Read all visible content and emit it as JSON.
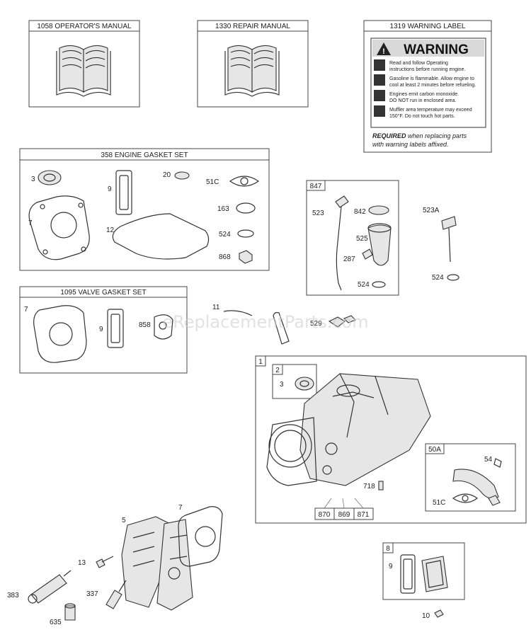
{
  "watermark": "eReplacementParts.com",
  "boxes": {
    "operators_manual": "1058 OPERATOR'S MANUAL",
    "repair_manual": "1330 REPAIR MANUAL",
    "warning_label": "1319 WARNING LABEL",
    "engine_gasket_set": "358 ENGINE GASKET SET",
    "valve_gasket_set": "1095 VALVE GASKET SET",
    "dipstick_box": "847",
    "cylinder_box": "1",
    "seal_sub_box": "2",
    "breather_box": "50A",
    "tube_box": "8"
  },
  "warning": {
    "title": "WARNING",
    "lines": [
      "Read and follow Operating",
      "instructions before running engine.",
      "Gasoline is flammable. Allow engine to",
      "cool at least 2 minutes before refueling.",
      "Engines emit carbon monoxide.",
      "DO NOT run in enclosed area.",
      "Muffler area temperature may exceed",
      "150°F.  Do not touch hot parts."
    ],
    "required_bold": "REQUIRED",
    "required_rest1": " when replacing parts",
    "required_rest2": "with warning labels affixed."
  },
  "labels": {
    "p3a": "3",
    "p7a": "7",
    "p9a": "9",
    "p12": "12",
    "p20": "20",
    "p51c_a": "51C",
    "p163": "163",
    "p524a": "524",
    "p868": "868",
    "p523": "523",
    "p842": "842",
    "p525": "525",
    "p287": "287",
    "p524b": "524",
    "p523a": "523A",
    "p524c": "524",
    "p7b": "7",
    "p9b": "9",
    "p858": "858",
    "p11": "11",
    "p529": "529",
    "p3b": "3",
    "p718": "718",
    "p870": "870",
    "p869": "869",
    "p871": "871",
    "p54": "54",
    "p51c_b": "51C",
    "p5": "5",
    "p7c": "7",
    "p13": "13",
    "p383": "383",
    "p337": "337",
    "p635": "635",
    "p9c": "9",
    "p10": "10"
  }
}
